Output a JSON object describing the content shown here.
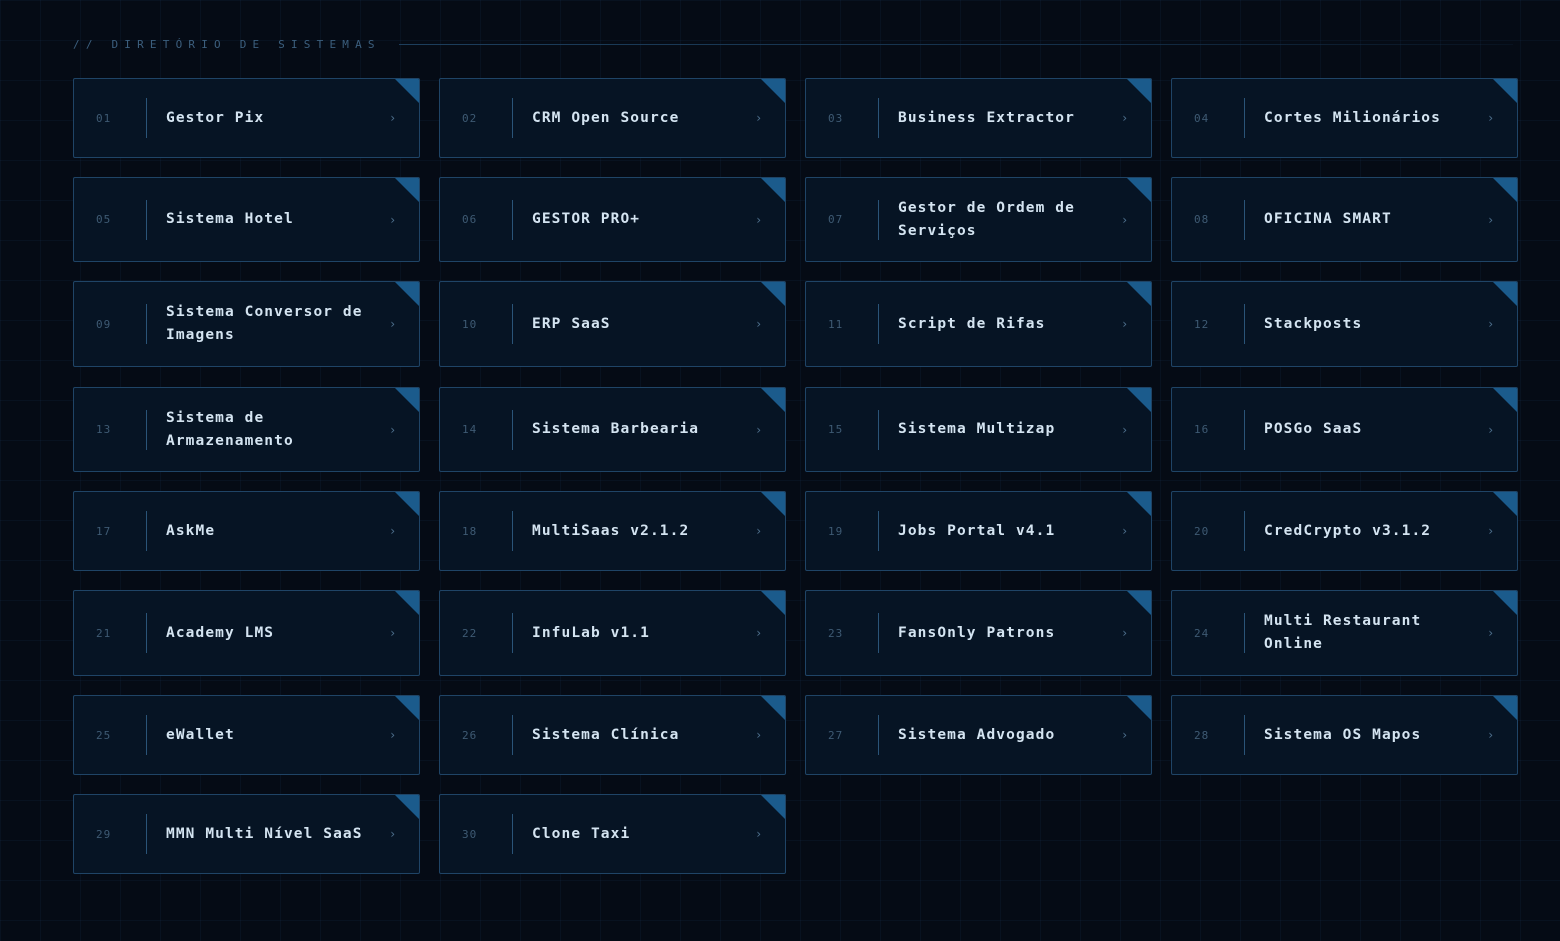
{
  "section": {
    "title": "// DIRETÓRIO DE SISTEMAS"
  },
  "systems": [
    {
      "num": "01",
      "name": "Gestor Pix"
    },
    {
      "num": "02",
      "name": "CRM Open Source"
    },
    {
      "num": "03",
      "name": "Business Extractor"
    },
    {
      "num": "04",
      "name": "Cortes Milionários"
    },
    {
      "num": "05",
      "name": "Sistema Hotel"
    },
    {
      "num": "06",
      "name": "GESTOR PRO+"
    },
    {
      "num": "07",
      "name": "Gestor de Ordem de Serviços"
    },
    {
      "num": "08",
      "name": "OFICINA SMART"
    },
    {
      "num": "09",
      "name": "Sistema Conversor de Imagens"
    },
    {
      "num": "10",
      "name": "ERP SaaS"
    },
    {
      "num": "11",
      "name": "Script de Rifas"
    },
    {
      "num": "12",
      "name": "Stackposts"
    },
    {
      "num": "13",
      "name": "Sistema de Armazenamento"
    },
    {
      "num": "14",
      "name": "Sistema Barbearia"
    },
    {
      "num": "15",
      "name": "Sistema Multizap"
    },
    {
      "num": "16",
      "name": "POSGo SaaS"
    },
    {
      "num": "17",
      "name": "AskMe"
    },
    {
      "num": "18",
      "name": "MultiSaas v2.1.2"
    },
    {
      "num": "19",
      "name": "Jobs Portal v4.1"
    },
    {
      "num": "20",
      "name": "CredCrypto v3.1.2"
    },
    {
      "num": "21",
      "name": "Academy LMS"
    },
    {
      "num": "22",
      "name": "InfuLab v1.1"
    },
    {
      "num": "23",
      "name": "FansOnly Patrons"
    },
    {
      "num": "24",
      "name": "Multi Restaurant Online"
    },
    {
      "num": "25",
      "name": "eWallet"
    },
    {
      "num": "26",
      "name": "Sistema Clínica"
    },
    {
      "num": "27",
      "name": "Sistema Advogado"
    },
    {
      "num": "28",
      "name": "Sistema OS Mapos"
    },
    {
      "num": "29",
      "name": "MMN Multi Nível SaaS"
    },
    {
      "num": "30",
      "name": "Clone Taxi"
    }
  ],
  "chevron_icon": "chevron-right-icon",
  "colors": {
    "background": "#050b15",
    "card_background": "#061424",
    "card_border": "#1f4466",
    "corner_accent": "#1b5b8c",
    "text": "#d4e4f1",
    "muted": "#3e5a73"
  }
}
